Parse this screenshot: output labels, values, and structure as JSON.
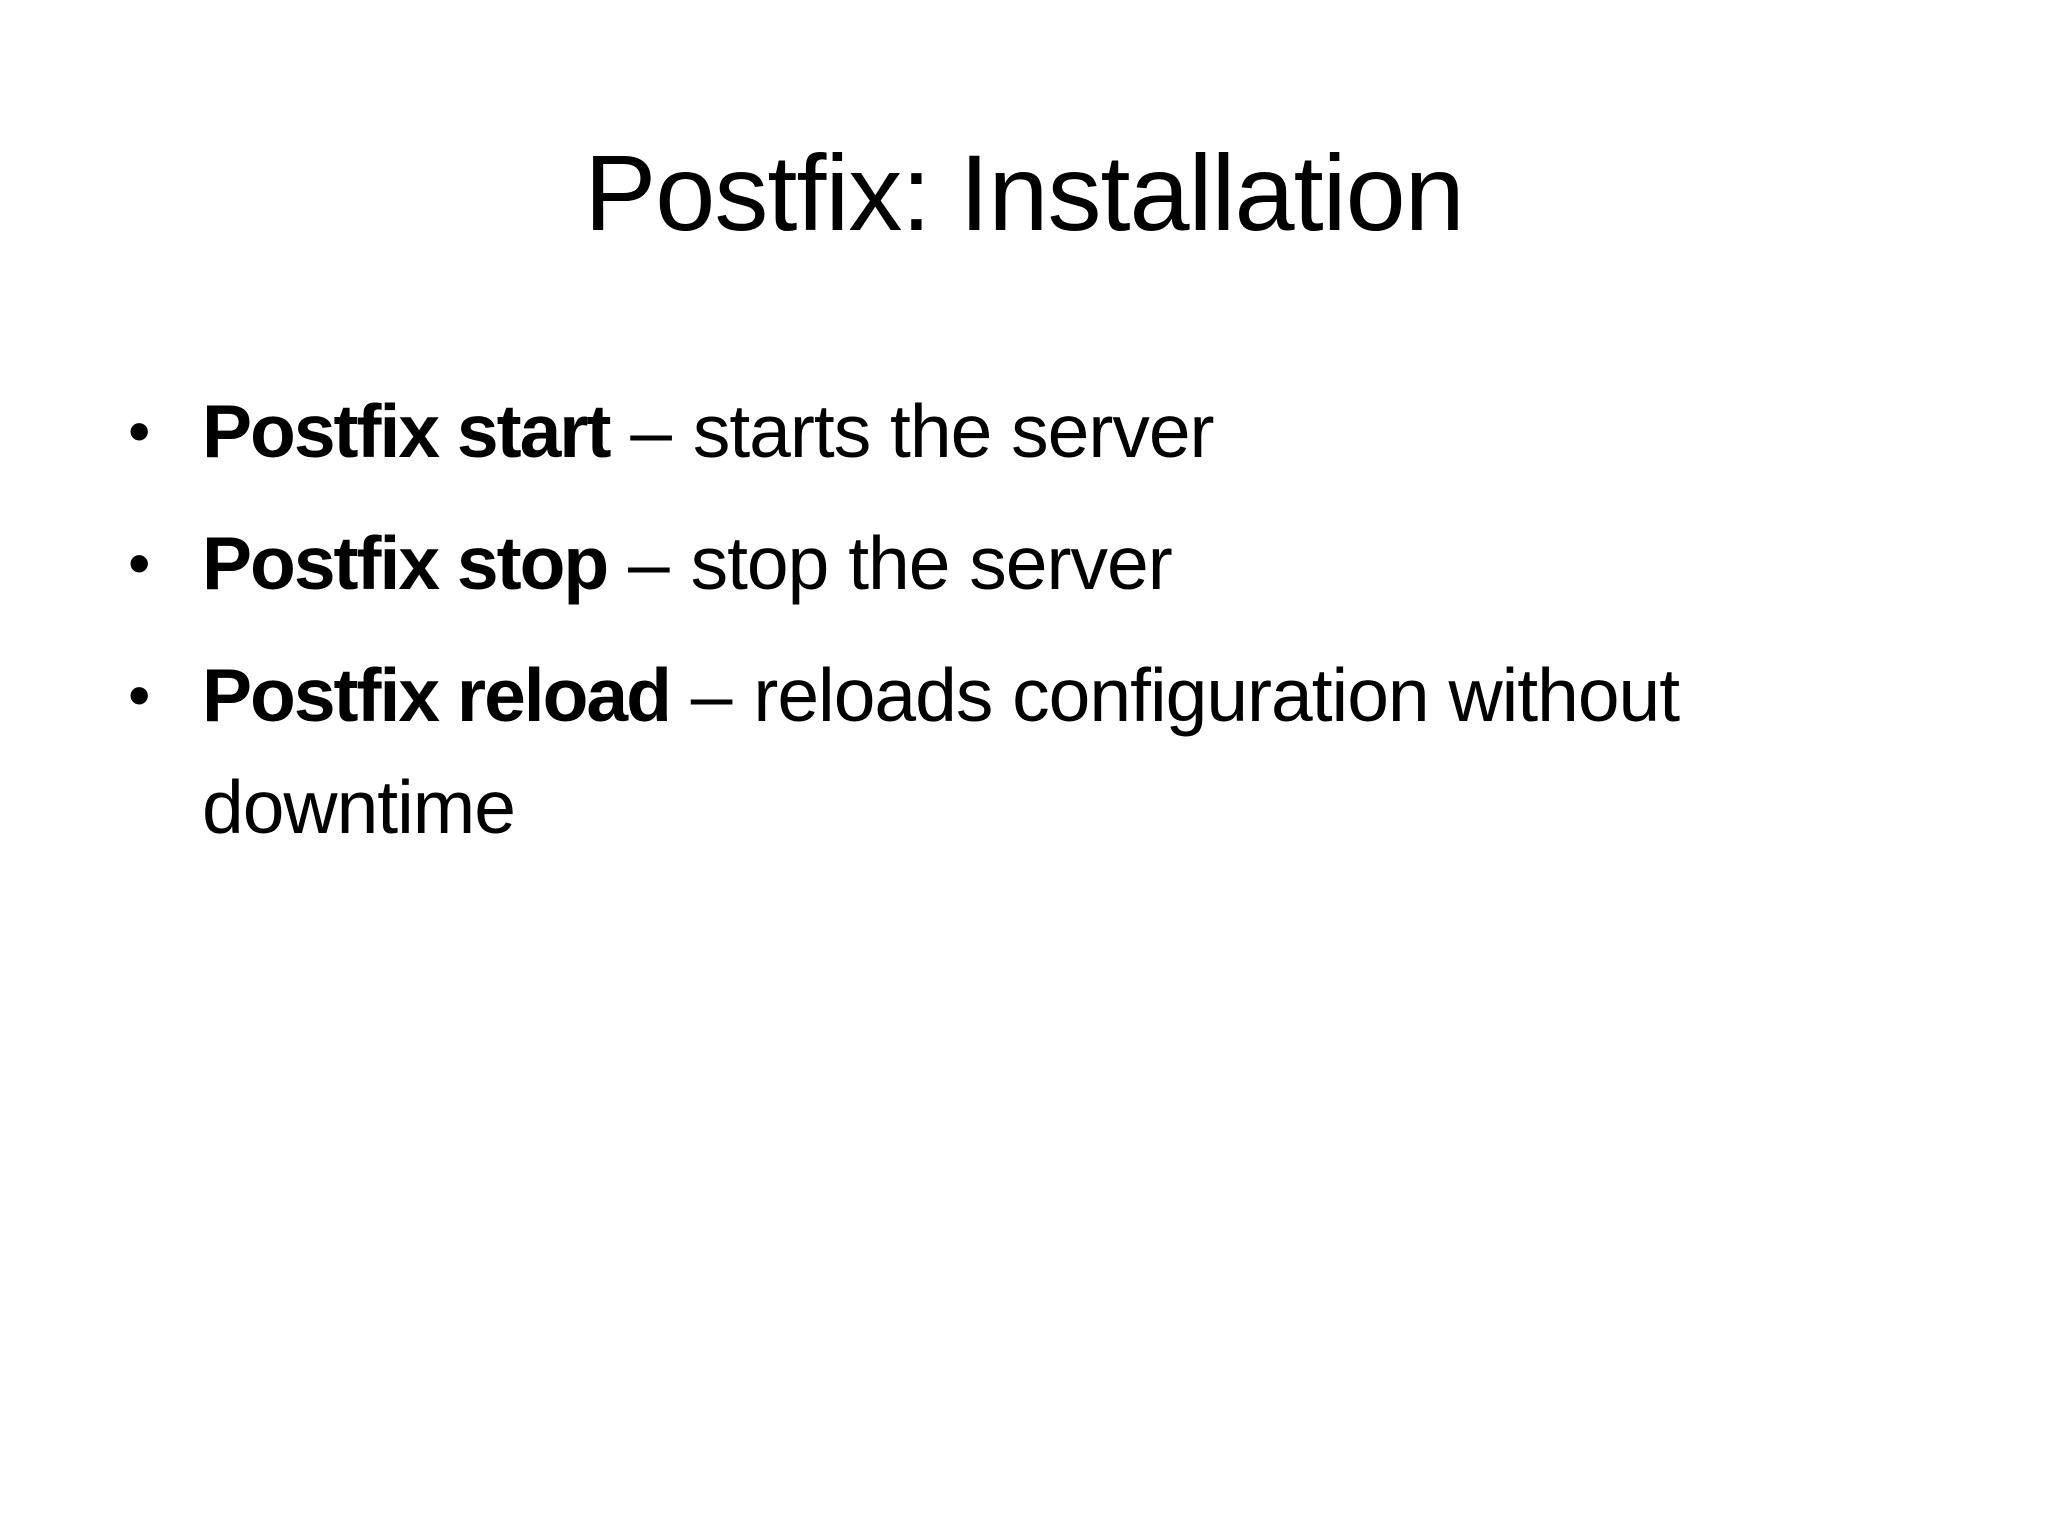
{
  "slide": {
    "title": "Postfix: Installation",
    "bullets": [
      {
        "command": "Postfix start",
        "separator": " – ",
        "description": "starts the server"
      },
      {
        "command": "Postfix stop",
        "separator": " – ",
        "description": "stop the server"
      },
      {
        "command": "Postfix reload",
        "separator": " – ",
        "description": "reloads configuration without downtime"
      }
    ],
    "bullet_glyph": "•"
  }
}
